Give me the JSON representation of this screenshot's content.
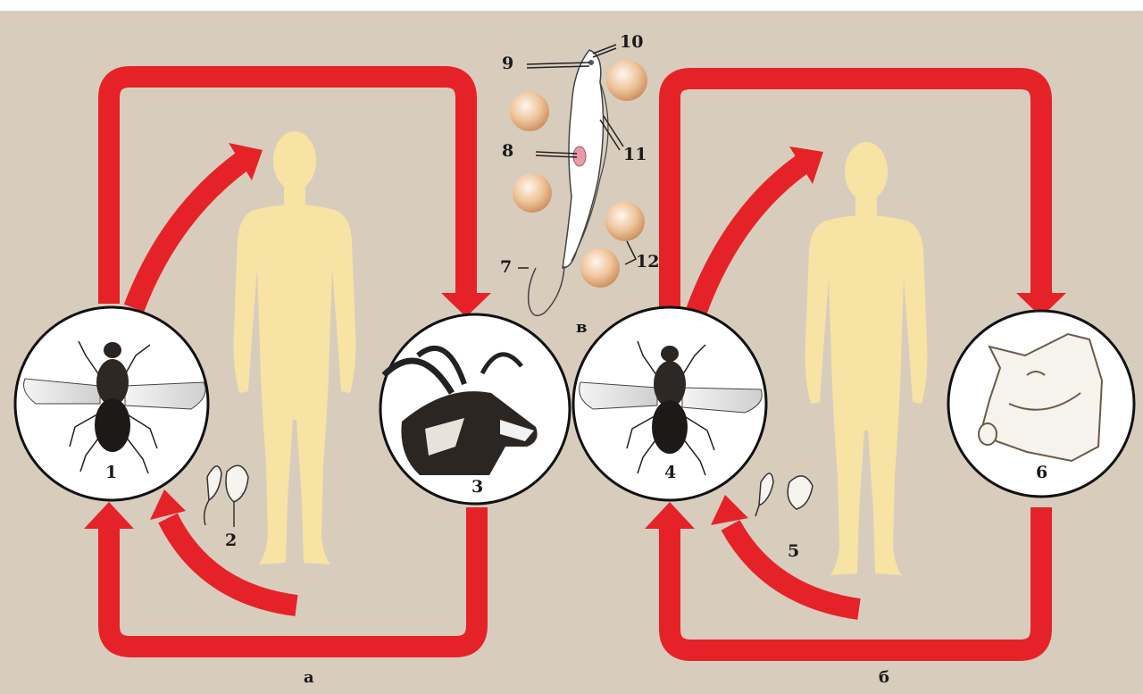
{
  "labels": {
    "n1": "1",
    "n2": "2",
    "n3": "3",
    "n4": "4",
    "n5": "5",
    "n6": "6",
    "n7": "7",
    "n8": "8",
    "n9": "9",
    "n10": "10",
    "n11": "11",
    "n12": "12",
    "part_a": "а",
    "part_b": "б",
    "part_v": "в"
  },
  "colors": {
    "background": "#d8cdbd",
    "cycle_arrow": "#e62229",
    "human_silhouette": "#f7e3a4",
    "circle_fill": "#ffffff",
    "circle_outline": "#111111",
    "blood_cell": "#e8b98a",
    "fly_body": "#1c1a18"
  },
  "icons": {
    "fly": "tsetse-fly-icon",
    "antelope": "antelope-head-icon",
    "pig": "pig-head-icon",
    "human": "human-silhouette-icon",
    "trypanosome": "trypanosome-icon",
    "blood_cell": "erythrocyte-icon"
  }
}
